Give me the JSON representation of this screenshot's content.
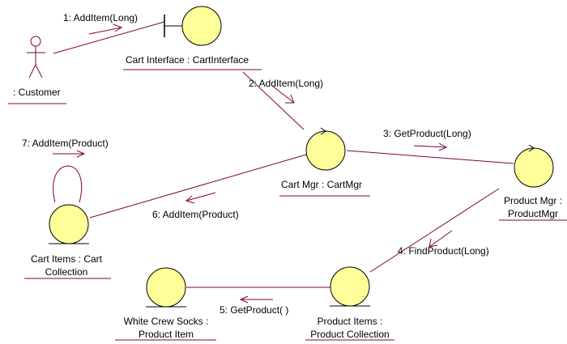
{
  "colors": {
    "line": "#800040",
    "node_fill": "#ffff99",
    "node_stroke": "#000000",
    "text": "#000000"
  },
  "objects": {
    "customer": {
      "name": ": Customer",
      "kind": "actor"
    },
    "cart_interface": {
      "name": "Cart Interface : CartInterface",
      "kind": "boundary"
    },
    "cart_mgr": {
      "name": "Cart Mgr : CartMgr",
      "kind": "control"
    },
    "product_mgr": {
      "name_line1": "Product Mgr :",
      "name_line2": "ProductMgr",
      "kind": "control"
    },
    "cart_items": {
      "name_line1": "Cart Items : Cart",
      "name_line2": "Collection",
      "kind": "entity"
    },
    "product_items": {
      "name_line1": "Product Items :",
      "name_line2": "Product Collection",
      "kind": "entity"
    },
    "white_crew_socks": {
      "name_line1": "White Crew Socks :",
      "name_line2": "Product Item",
      "kind": "entity"
    }
  },
  "messages": [
    {
      "text": "1: AddItem(Long)"
    },
    {
      "text": "2: AddItem(Long)"
    },
    {
      "text": "3: GetProduct(Long)"
    },
    {
      "text": "4: FindProduct(Long)"
    },
    {
      "text": "5: GetProduct( )"
    },
    {
      "text": "6: AddItem(Product)"
    },
    {
      "text": "7: AddItem(Product)"
    }
  ]
}
